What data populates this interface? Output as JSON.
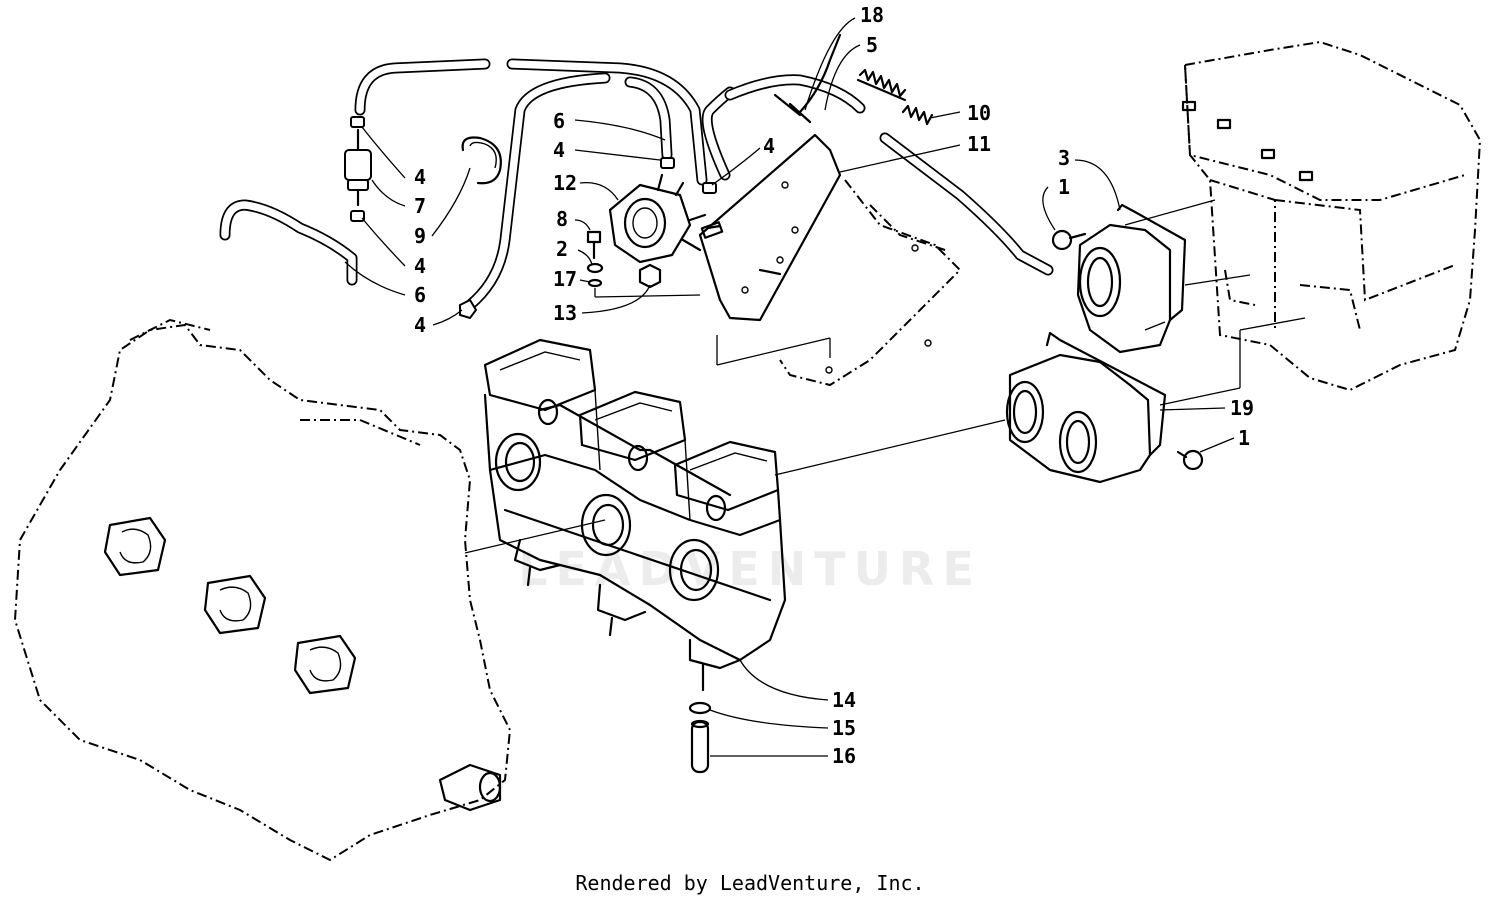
{
  "watermark": "LEADVENTURE",
  "footer": "Rendered by LeadVenture, Inc.",
  "callouts": {
    "c18": "18",
    "c5": "5",
    "c10": "10",
    "c11": "11",
    "c6a": "6",
    "c4a": "4",
    "c4b": "4",
    "c12": "12",
    "c8": "8",
    "c2": "2",
    "c17": "17",
    "c13": "13",
    "c4c": "4",
    "c7": "7",
    "c9": "9",
    "c4d": "4",
    "c6b": "6",
    "c4e": "4",
    "c3": "3",
    "c1a": "1",
    "c19": "19",
    "c1b": "1",
    "c14": "14",
    "c15": "15",
    "c16": "16"
  }
}
